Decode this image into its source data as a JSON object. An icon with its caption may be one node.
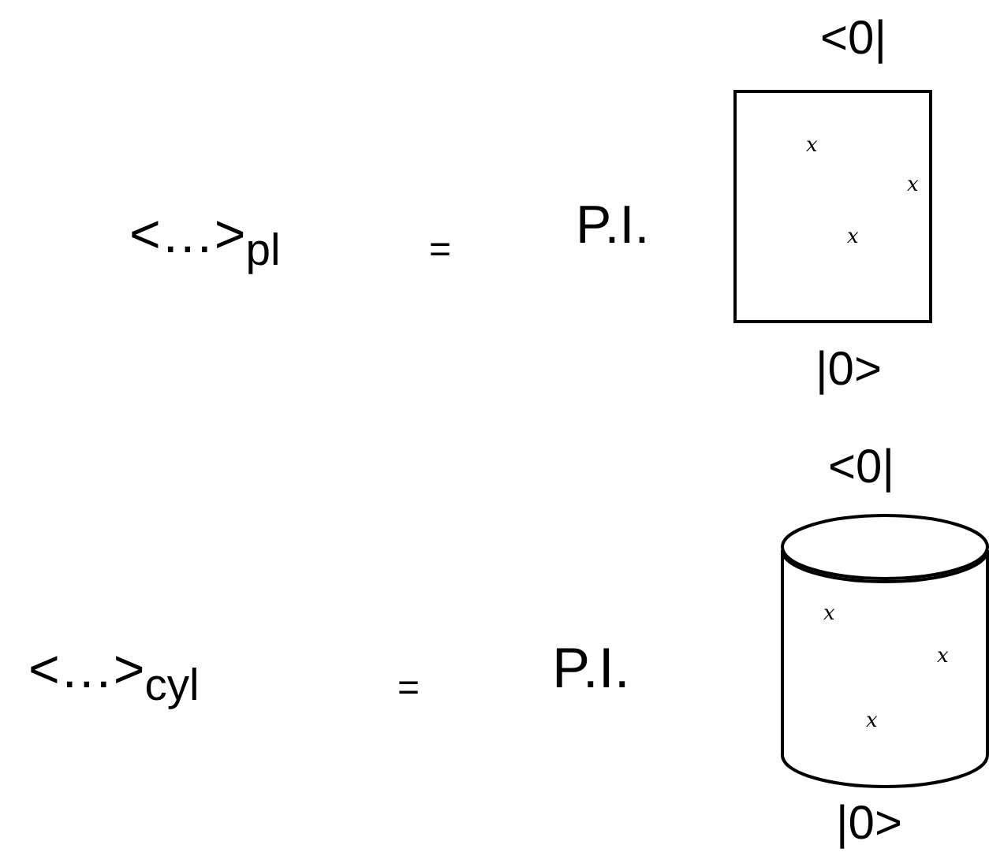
{
  "diagram": {
    "nodes": [
      {
        "text": [
          "x",
          "x",
          "x"
        ],
        "beside": [
          "<0|",
          "|0>"
        ]
      },
      {
        "text": [
          "x",
          "x",
          "x"
        ],
        "beside": [
          "<0|",
          "|0>"
        ]
      }
    ],
    "labels": [
      "<…>$_{pl}$",
      "=",
      "P.I.",
      "<…>$_{cyl}$",
      "=",
      "P.I."
    ]
  }
}
